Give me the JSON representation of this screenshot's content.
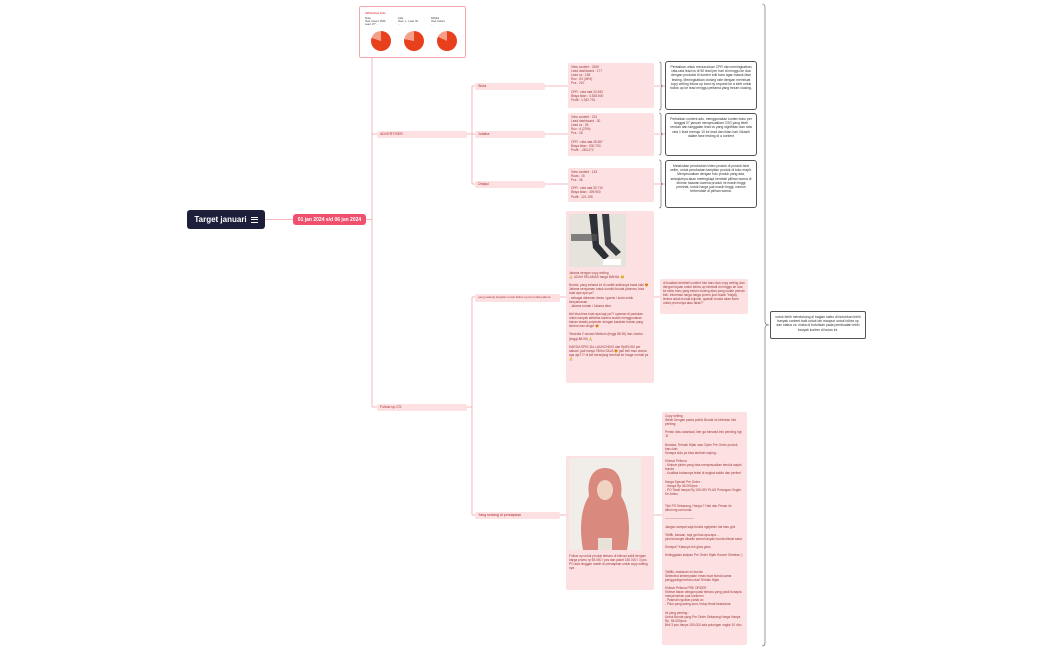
{
  "root": {
    "title": "Target januari"
  },
  "date_range": "01 jan 2024 s/d 06 jan 2024",
  "thumbnail": {
    "title": "ADVertise Ads",
    "pies": [
      {
        "label": "Sinta\nView content: 2549\nLead: 177 ...",
        "share": 0.8
      },
      {
        "label": "Julia\nView: 1... Lead: 30\n...",
        "share": 0.78
      },
      {
        "label": "Dhiqhul\nView content\n...",
        "share": 0.82
      }
    ]
  },
  "branches": {
    "advertiser": "ADVERTISER",
    "follow_up": "Follow up CS",
    "sinta": "Sinta",
    "julaiha": "Julaiha",
    "dhiqiul": "Dhiqiul",
    "closing_strategy": "yang sedang berjalan untuk follow up di produk jalama",
    "ongoing": "Yang sedang di persiapkan"
  },
  "cards": {
    "sinta": "View content : 2549\nLead dashboard : 177\nLead cs : 138\nRoz : 63 (46%)\nPcs : 210\n\nCPR : rata rata 24.940\nBiaya iklan : 4.528.500\nProfit : 1.342.791",
    "julaiha": "View content : 231\nLead dashboard : 30\nLead cs : 26\nRoz : 6 (23%)\nPcs : 18\n\nCPR : rata rata 35.657\nBiaya iklan : 530.700\nProfit : -283.272",
    "dhiqiul": "View content : 143\nRoas : 15\nPcs : 36\n\nCPR : rata rata 30.710\nBiaya iklan : 309.900\nProfit : 121.195",
    "jalama": "Jalama dengan copy writing\n🙏 UDAH SELAMAS harga MAHAL 😢\n\nBunda, yang selama ini di cantik sekiranya bada kaki 😍\nJalama nenyaman untuk kondisi bunda juhanan, bisa buat apa apa ya?\n- sebagai dalaman dress / gamis / kulot untuk kenyamanan\n- Jalama rumah / Jalama tidur\n\nkini bisa bisa buat apa lagi ya?? nyaman di padukan untuk banyak aktivitas karena sudah menggunakan bahan elastis polyester dengan karakter bahan yang lembut dan dingin 😍\n\nTersedia 2 ukuran Medium (tinggi 88-90) dan Jumbo (tinggi 88-95) 🙏\n\nHARGA SPECIAL LAUNCHING dari Rp89.000 per satuan, jadi hanya 75ribu SAJA 😍 jadi beli mau warna apa aja??? di ket keranjang kembali ke harga normal ya 🙏",
    "hijab_caption": "Follow up untuk produk terbaru di khimar sabit dengan harga promo rp 55.000 / pcs dan paket 150.000 / 3 pcs PO ada ninggan masih di persiapkan untuk copy writing nya",
    "copywriting": "Copy writing\nWeek Dengan pama public Bunda ini kirimkan info penting\n\nPerlan diss ustantaal, liter ga fomwad info pending bgt :D\n\nBundaa, Terbaik Hijab man Open Pre Order produk baru kah\nKenapa dulu ya bisa tambah saying...\n\nKhimar Pelluna\n- Khimar pinter yang bisa menyesuaikan bentuk wajah bunda\n- Kualitas bahannya tebal di angkat sakitu dan perfect\n\nHarga Special Pre Order :\n- Hanya Rp 55.000/pcs\n- PO Tandi hanya Rp 150.000 PLUS Potongan Ongkir Ke Ambu\n\n\nTick PO Sekarang, Hanya 7 Hari dan Pesan ini diborong sa bunda\n\n—————————\n\nJangan sampai saja bunda ngejamin hal baru gini\n\nTeliffk, bacaan, tapi ga bisa apa-apa...\npinnia banget dibaliin sama banyak bunda dibuat sana\n\nKenapa? Katanya ieh glow gess\n\nKetinggalan kutipan Pre Order Hijab Hoover Sebelas :)\n\n\n\nTaliffik, makanan ini bunda\nSeberaha kesempatan emas buat bunda sama pengguntiga terbaru dari Terbaik Hijab\n\nKhimar Pelluna PRE ORDER\nKhimar tiaran dengan pasil terbaru yang pasti bunapia menyenarkan pas konteren\n- Pasmah riguelar portal on\n- Pilus yang swing-sum, hidup freak beautama\n\nini yang penting :\nUntuk Bunda yang Pre Order Sekarang Harga Hanya\nRp. 55.000/pcs\nBeli 3 pcs hanya 150.000 ada potongan ongkir 10 ribu"
  },
  "notes": {
    "sinta": "Perbaikan untuk menurunkan CPR dan meningkatkan rata-rata lead cs di 50 lead per hari di minggu ke dua dengan produksi di konten edit baru agar masuk fase testing.\nMeningkatkan closing rate dengan membuat copy writing follow up baru by request ke a lobit untuk follow up ke lead minggu pertama yang belum closing.",
    "julaiha": "Perbaikan content ads, menggunakan konten baru per tanggal 07 januari menyesuaikan CSS yang lebih rendah dan tanggalan lead cs yang signifikan dan rata rata 1 lead menuju 10 ke lead dan iklan hari Vikasih dalam fase testing di a content",
    "dhiqiul": "Melakukan perubahan video produk di produk best seller, untuk perubahan tampilan produk di toko maph. Menyesuaikan dengan foto produk yang ada, selanjutnya akan melengkapi kembali pilihan warna di khimar hazwan karena produk ini masih tinggi peminat, untuk harga jual masih tinggi, namun terbendale di pilihan warna.",
    "jalama": "di buatkan kembali content foto baru dan copy writing dan dengan tujuan untuk follow up kembali di minggu ke dua ke sebo baru yang belum closing atau yang sudah pernah beli. Informasi harga harga promo jual masih \"bisjoly terima untuk bunda toljoink, apakah bunda akan ikam untuk promonya atau tidak?\""
  },
  "summary": "untuk lebih mendukung di bagian sales di butuhkan lebih banyak content baik untuk lab maupun untuk follow up dan status cs. maka di butuhkan pada pembuatan lebih banyak konten di bulan ini.",
  "colors": {
    "root_bg": "#1d1f3a",
    "accent": "#f0506e",
    "card_bg": "#fde0e2",
    "line": "#f2a5ab"
  },
  "icons": {
    "root": "menu-lines-icon"
  }
}
